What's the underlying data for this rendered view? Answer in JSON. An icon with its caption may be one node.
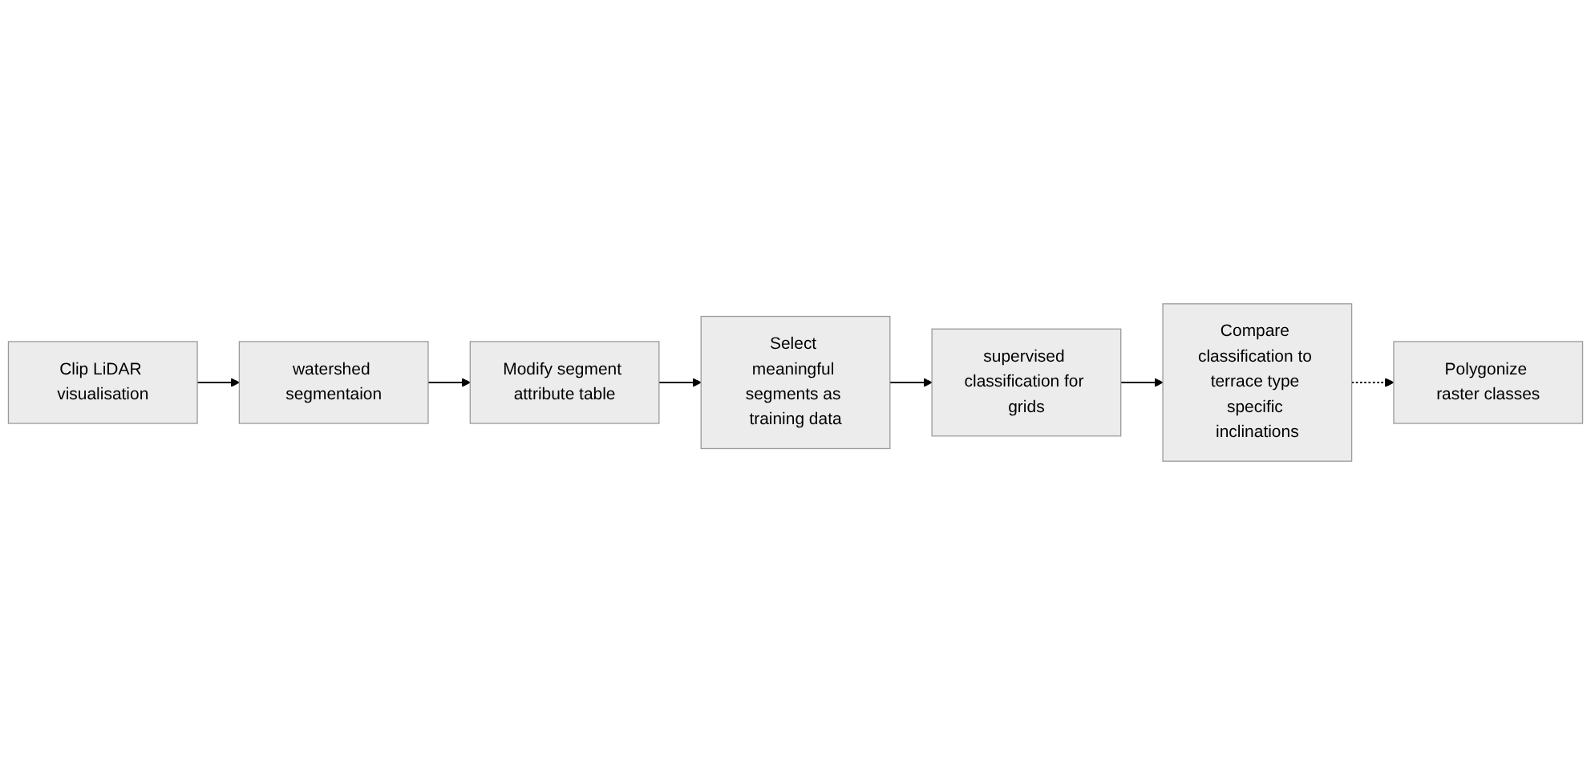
{
  "diagram": {
    "nodes": [
      {
        "text": [
          "Clip LiDAR visualisation"
        ]
      },
      {
        "text": [
          "watershed segmentaion"
        ]
      },
      {
        "text": [
          "Modify segment attribute table"
        ]
      },
      {
        "text": [
          "Select meaningful segments as training data"
        ]
      },
      {
        "text": [
          "supervised classification for grids"
        ]
      },
      {
        "text": [
          "Compare classification to terrace type specific inclinations"
        ]
      },
      {
        "text": [
          "Polygonize raster classes"
        ]
      }
    ],
    "edges": [
      {
        "from": 0,
        "to": 1,
        "arrow": "to"
      },
      {
        "from": 1,
        "to": 2,
        "arrow": "to"
      },
      {
        "from": 2,
        "to": 3,
        "arrow": "to"
      },
      {
        "from": 3,
        "to": 4,
        "arrow": "to"
      },
      {
        "from": 4,
        "to": 5,
        "arrow": "to"
      },
      {
        "from": 5,
        "to": 6,
        "arrow": "to",
        "style": "dashed"
      }
    ]
  }
}
